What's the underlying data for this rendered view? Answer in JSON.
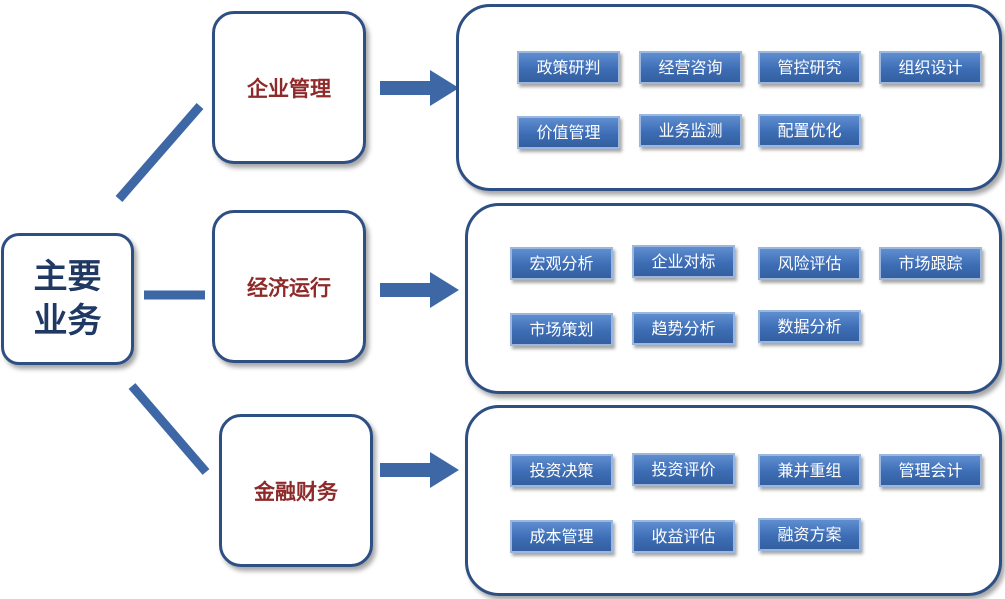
{
  "root": {
    "label": "主要业务"
  },
  "categories": [
    {
      "label": "企业管理",
      "tags": [
        "政策研判",
        "经营咨询",
        "管控研究",
        "组织设计",
        "价值管理",
        "业务监测",
        "配置优化"
      ]
    },
    {
      "label": "经济运行",
      "tags": [
        "宏观分析",
        "企业对标",
        "风险评估",
        "市场跟踪",
        "市场策划",
        "趋势分析",
        "数据分析"
      ]
    },
    {
      "label": "金融财务",
      "tags": [
        "投资决策",
        "投资评价",
        "兼并重组",
        "管理会计",
        "成本管理",
        "收益评估",
        "融资方案"
      ]
    }
  ],
  "colors": {
    "border": "#2d4f84",
    "connector": "#3e67a6",
    "tag_fill": "#3d6db5",
    "root_text": "#1f3864",
    "category_text": "#8e2a2a"
  }
}
